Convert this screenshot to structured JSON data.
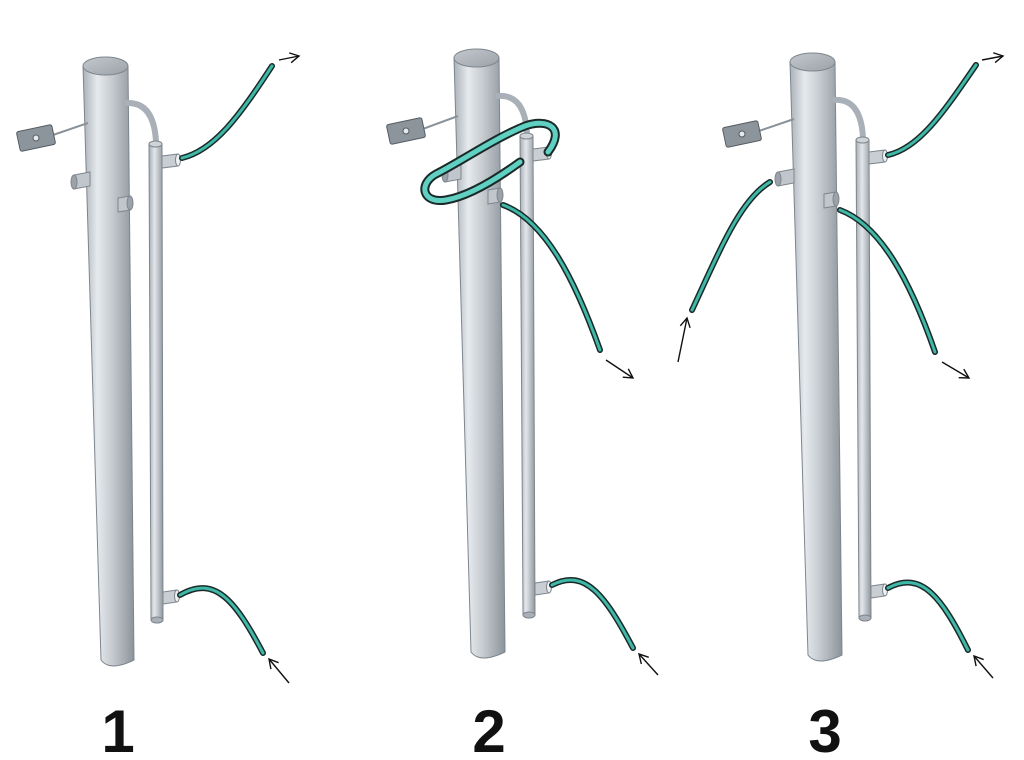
{
  "steps": [
    {
      "label": "1"
    },
    {
      "label": "2"
    },
    {
      "label": "3"
    }
  ],
  "colors": {
    "cable_core": "#3fb8a8",
    "cable_outline": "#1a2a28",
    "metal_light": "#e6eaee",
    "metal_mid": "#c3c9cf",
    "metal_dark": "#8f979f",
    "label": "#111111"
  }
}
